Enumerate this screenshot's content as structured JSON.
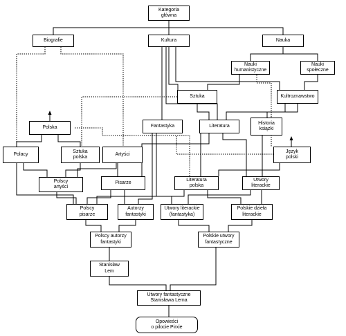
{
  "nodes": {
    "kategoria_glowna": "Kategoria\ngłówna",
    "biografie": "Biografie",
    "kultura": "Kultura",
    "nauka": "Nauka",
    "nauki_humanistyczne": "Nauki\nhumanistyczne",
    "nauki_spoleczne": "Nauki\nspołeczne",
    "sztuka": "Sztuka",
    "kultroznawstwo": "Kultroznawstwo",
    "polska": "Polska",
    "fantastyka": "Fantastyka",
    "literatura": "Literatura",
    "historia_ksiazki": "Historia\nksiązki",
    "polacy": "Polacy",
    "sztuka_polska": "Sztuka\npolska",
    "artysci": "Artyści",
    "jezyk_polski": "Język\npolski",
    "polscy_artysci": "Polscy\nartyści",
    "pisarze": "Pisarze",
    "literatura_polska": "Literatura\npolska",
    "utwory_literackie": "Utwory\nliterackie",
    "polscy_pisarze": "Polscy\npisarze",
    "autorzy_fantastyki": "Autorzy\nfantastyki",
    "utwory_literackie_fantastyka": "Utwory literackie\n(fantastyka)",
    "polskie_dziela_literackie": "Polskie dzieła\nliterackie",
    "polscy_autorzy_fantastyki": "Polscy autorzy\nfantastyki",
    "polskie_utwory_fantastyczne": "Polskie utwory\nfantastyczne",
    "stanislaw_lem": "Stanisław\nLem",
    "utwory_fantastyczne_lema": "Utwory fantastyczne\nStanisława Lema",
    "opowiesci_o_pilocie_pirxie": "Opowieści\no pilocie Pirxie"
  }
}
